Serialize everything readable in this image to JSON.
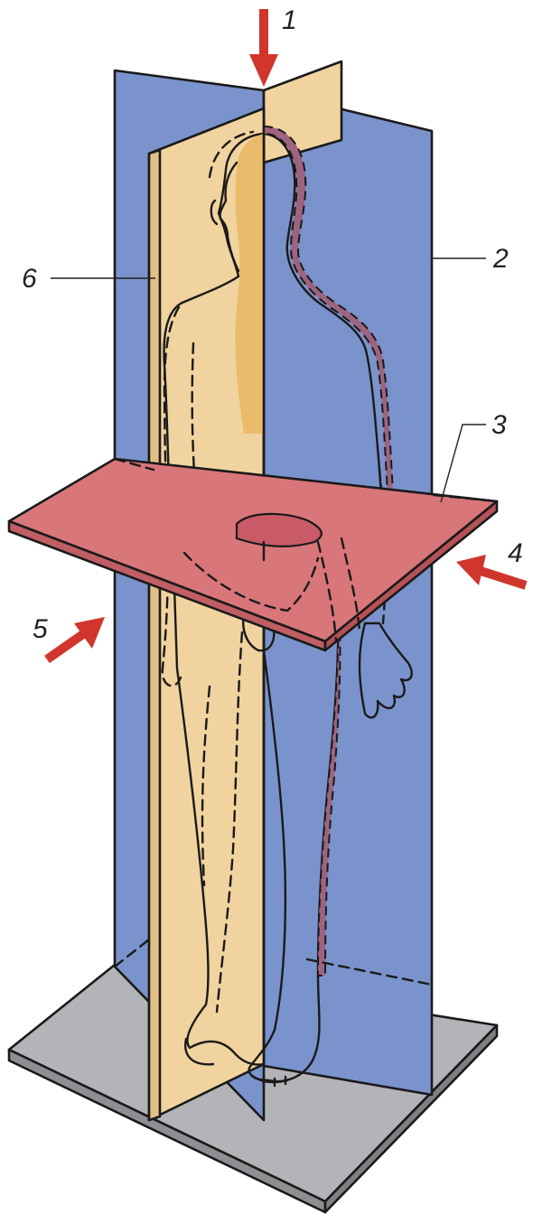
{
  "labels": {
    "vertical_axis": "1",
    "frontal_plane": "2",
    "horizontal_plane": "3",
    "frontal_direction": "4",
    "sagittal_direction": "5",
    "sagittal_plane": "6"
  },
  "colors": {
    "frontal_plane": "#7b93cc",
    "sagittal_plane": "#f0d39e",
    "horizontal_plane": "#d8767a",
    "base_platform": "#b3b4b7",
    "body_orange": "#d98852",
    "body_pink": "#d8787a",
    "body_blue": "#3c6ab6",
    "arrow": "#d0362c"
  }
}
